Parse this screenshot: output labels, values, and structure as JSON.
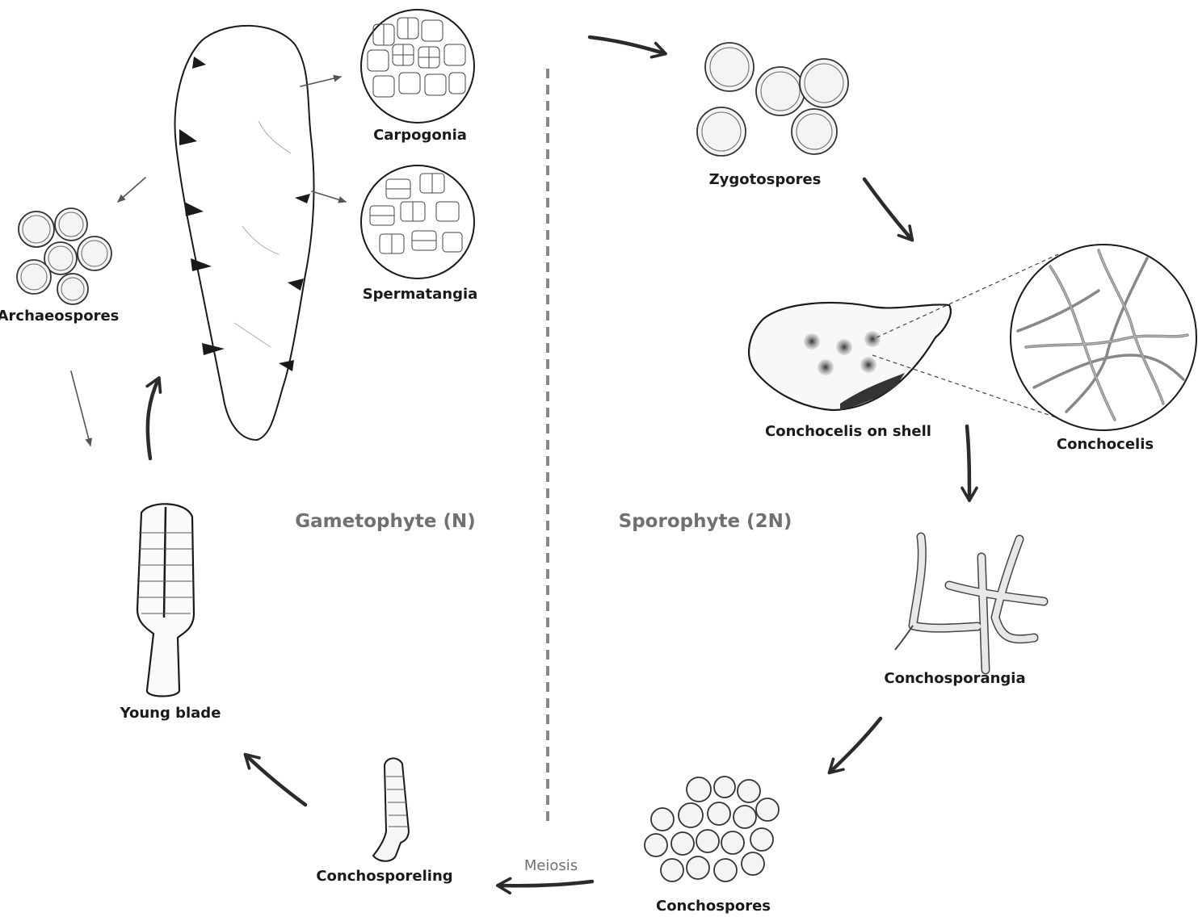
{
  "labels": {
    "archaeospores": "Archaeospores",
    "carpogonia": "Carpogonia",
    "spermatangia": "Spermatangia",
    "zygotospores": "Zygotospores",
    "conchocelis_on_shell": "Conchocelis on shell",
    "conchocelis": "Conchocelis",
    "conchosporangia": "Conchosporangia",
    "conchospores": "Conchospores",
    "conchosporeling": "Conchosporeling",
    "young_blade": "Young blade",
    "meiosis": "Meiosis"
  },
  "phases": {
    "gametophyte": "Gametophyte (N)",
    "sporophyte": "Sporophyte (2N)"
  },
  "colors": {
    "ink": "#1a1a1a",
    "phase_text": "#707070",
    "arrow": "#2b2b2b",
    "divider": "#888888"
  }
}
